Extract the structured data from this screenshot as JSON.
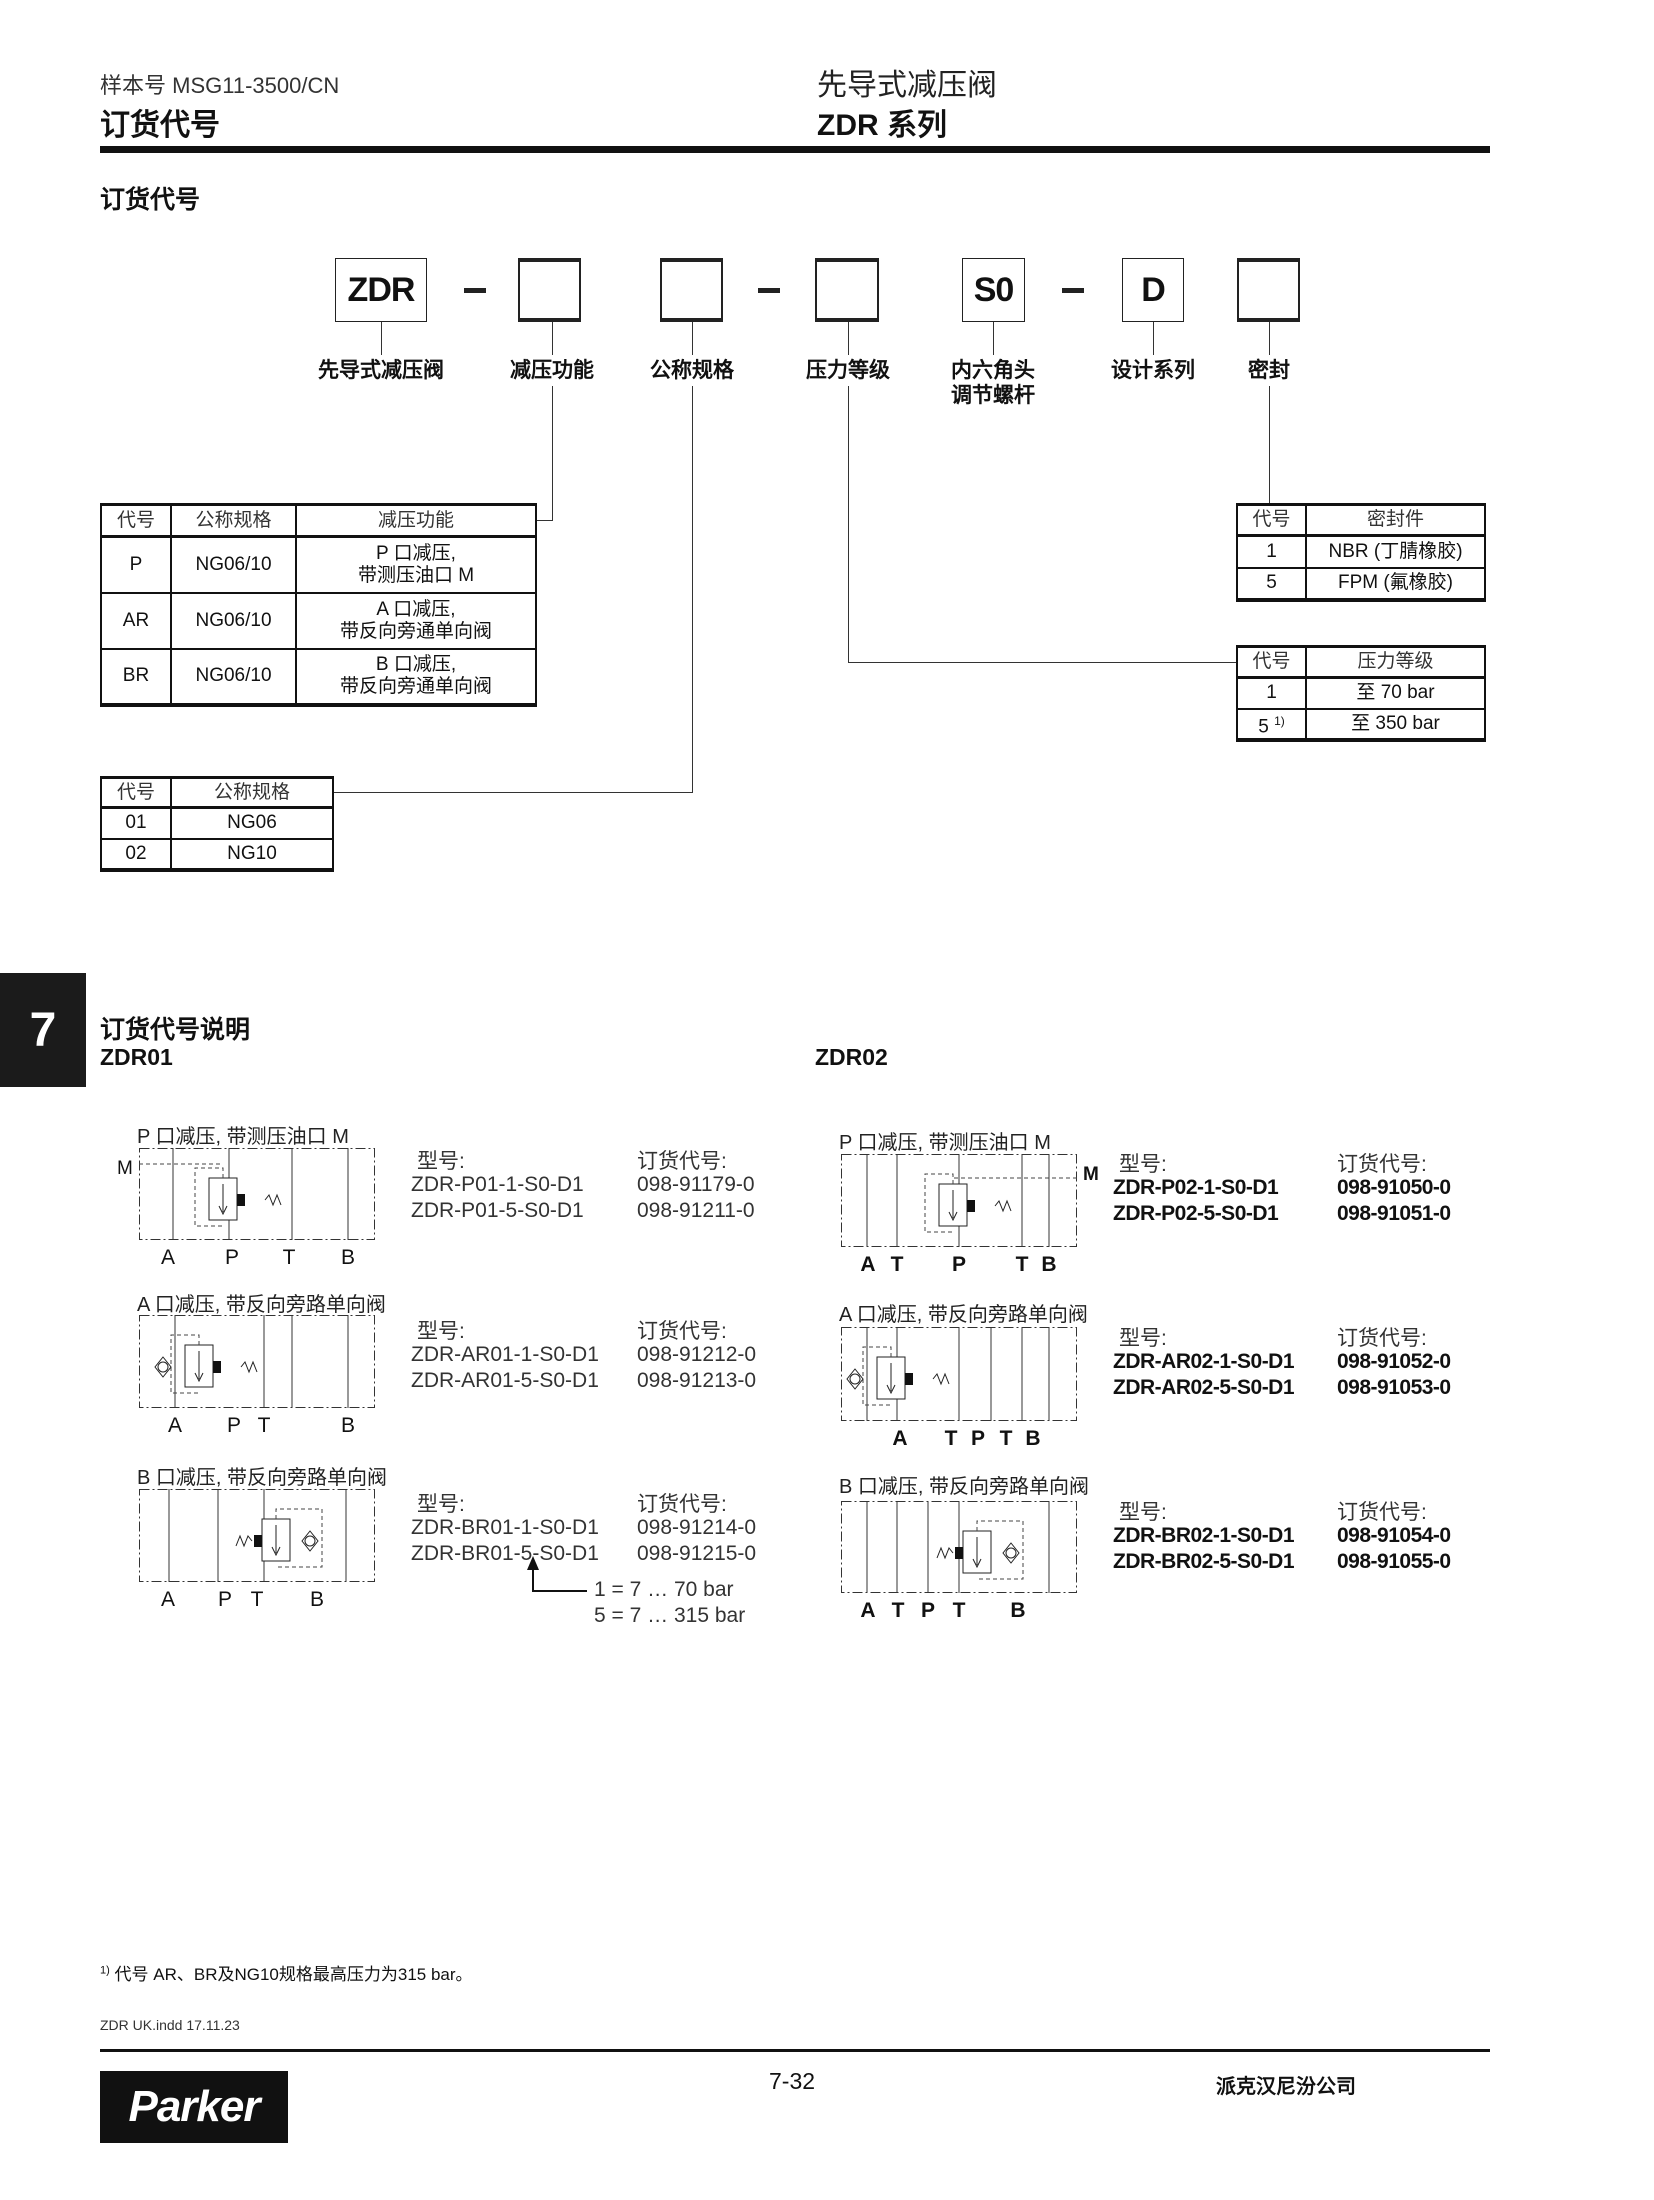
{
  "header": {
    "catalog_no": "样本号 MSG11-3500/CN",
    "section": "订货代号",
    "product": "先导式减压阀",
    "series": "ZDR 系列"
  },
  "ordering_code": {
    "heading": "订货代号",
    "boxes": [
      "ZDR",
      "",
      "",
      "",
      "S0",
      "D",
      ""
    ],
    "dash": "–",
    "labels": [
      "先导式减压阀",
      "减压功能",
      "公称规格",
      "压力等级",
      "内六角头\n调节螺杆",
      "设计系列",
      "密封"
    ]
  },
  "function_table": {
    "headers": [
      "代号",
      "公称规格",
      "减压功能"
    ],
    "rows": [
      [
        "P",
        "NG06/10",
        "P 口减压,",
        "带测压油口 M"
      ],
      [
        "AR",
        "NG06/10",
        "A 口减压,",
        "带反向旁通单向阀"
      ],
      [
        "BR",
        "NG06/10",
        "B 口减压,",
        "带反向旁通单向阀"
      ]
    ]
  },
  "size_table": {
    "headers": [
      "代号",
      "公称规格"
    ],
    "rows": [
      [
        "01",
        "NG06"
      ],
      [
        "02",
        "NG10"
      ]
    ]
  },
  "seal_table": {
    "headers": [
      "代号",
      "密封件"
    ],
    "rows": [
      [
        "1",
        "NBR (丁腈橡胶)"
      ],
      [
        "5",
        "FPM (氟橡胶)"
      ]
    ]
  },
  "pressure_table": {
    "headers": [
      "代号",
      "压力等级"
    ],
    "rows": [
      [
        "1",
        "",
        "至 70 bar"
      ],
      [
        "5",
        "1)",
        "至 350 bar"
      ]
    ]
  },
  "side_tab": "7",
  "explanation": {
    "heading": "订货代号说明",
    "col1_title": "ZDR01",
    "col2_title": "ZDR02",
    "model_label": "型号:",
    "code_label": "订货代号:",
    "zdr01": [
      {
        "title": "P 口减压, 带测压油口 M",
        "ports": [
          "A",
          "P",
          "T",
          "B"
        ],
        "m_port": "M",
        "models": [
          "ZDR-P01-1-S0-D1",
          "ZDR-P01-5-S0-D1"
        ],
        "codes": [
          "098-91179-0",
          "098-91211-0"
        ]
      },
      {
        "title": "A 口减压, 带反向旁路单向阀",
        "ports": [
          "A",
          "P",
          "T",
          "B"
        ],
        "models": [
          "ZDR-AR01-1-S0-D1",
          "ZDR-AR01-5-S0-D1"
        ],
        "codes": [
          "098-91212-0",
          "098-91213-0"
        ]
      },
      {
        "title": "B 口减压, 带反向旁路单向阀",
        "ports": [
          "A",
          "P",
          "T",
          "B"
        ],
        "models": [
          "ZDR-BR01-1-S0-D1",
          "ZDR-BR01-5-S0-D1"
        ],
        "codes": [
          "098-91214-0",
          "098-91215-0"
        ]
      }
    ],
    "zdr02": [
      {
        "title": "P 口减压, 带测压油口 M",
        "ports": [
          "A",
          "T",
          "P",
          "T",
          "B"
        ],
        "m_port": "M",
        "models": [
          "ZDR-P02-1-S0-D1",
          "ZDR-P02-5-S0-D1"
        ],
        "codes": [
          "098-91050-0",
          "098-91051-0"
        ]
      },
      {
        "title": "A 口减压, 带反向旁路单向阀",
        "ports": [
          "A",
          "T",
          "P",
          "T",
          "B"
        ],
        "models": [
          "ZDR-AR02-1-S0-D1",
          "ZDR-AR02-5-S0-D1"
        ],
        "codes": [
          "098-91052-0",
          "098-91053-0"
        ]
      },
      {
        "title": "B 口减压, 带反向旁路单向阀",
        "ports": [
          "A",
          "T",
          "P",
          "T",
          "B"
        ],
        "models": [
          "ZDR-BR02-1-S0-D1",
          "ZDR-BR02-5-S0-D1"
        ],
        "codes": [
          "098-91054-0",
          "098-91055-0"
        ]
      }
    ],
    "pressure_note": [
      "1 = 7 … 70 bar",
      "5 = 7 … 315 bar"
    ]
  },
  "footnote": {
    "mark": "1)",
    "text": "代号 AR、BR及NG10规格最高压力为315 bar。"
  },
  "file_info": "ZDR UK.indd 17.11.23",
  "footer": {
    "page": "7-32",
    "company": "派克汉尼汾公司",
    "logo": "Parker"
  }
}
